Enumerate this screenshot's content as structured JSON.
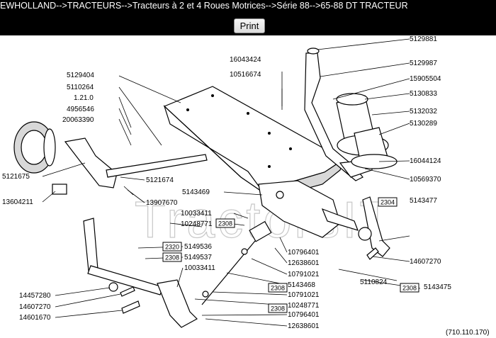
{
  "breadcrumb": "EWHOLLAND-->TRACTEURS-->Tracteurs à 2 et 4 Roues Motrices-->Série 88-->65-88 DT TRACTEUR",
  "print_label": "Print",
  "watermark": "TractorsIT",
  "figure_code": "(710.110.170)",
  "parts": {
    "p5129881": "5129881",
    "p5129987": "5129987",
    "p15905504": "15905504",
    "p5130833": "5130833",
    "p5132032": "5132032",
    "p5130289": "5130289",
    "p16044124": "16044124",
    "p10569370": "10569370",
    "p5143477": "5143477",
    "p14607270r": "14607270",
    "p5143475": "5143475",
    "p5110824": "5110824",
    "p16043424": "16043424",
    "p10516674": "10516674",
    "p5129404": "5129404",
    "p5110264": "5110264",
    "p1210": "1.21.0",
    "p4956546": "4956546",
    "p20063390": "20063390",
    "p5121675": "5121675",
    "p5121674": "5121674",
    "p13604211": "13604211",
    "p13907670": "13907670",
    "p5143469": "5143469",
    "p10033411a": "10033411",
    "p10248771a": "10248771",
    "p5149536": "5149536",
    "p5149537": "5149537",
    "p10033411b": "10033411",
    "p10796401a": "10796401",
    "p12638601a": "12638601",
    "p10791021a": "10791021",
    "p5143468": "5143468",
    "p10791021b": "10791021",
    "p10248771b": "10248771",
    "p10796401b": "10796401",
    "p12638601b": "12638601",
    "p14457280": "14457280",
    "p14607270l": "14607270",
    "p14601670": "14601670"
  },
  "refs": {
    "r2308a": "2308",
    "r2320": "2320",
    "r2308b": "2308",
    "r2304": "2304",
    "r2308c": "2308",
    "r2308d": "2308",
    "r2308e": "2308"
  }
}
